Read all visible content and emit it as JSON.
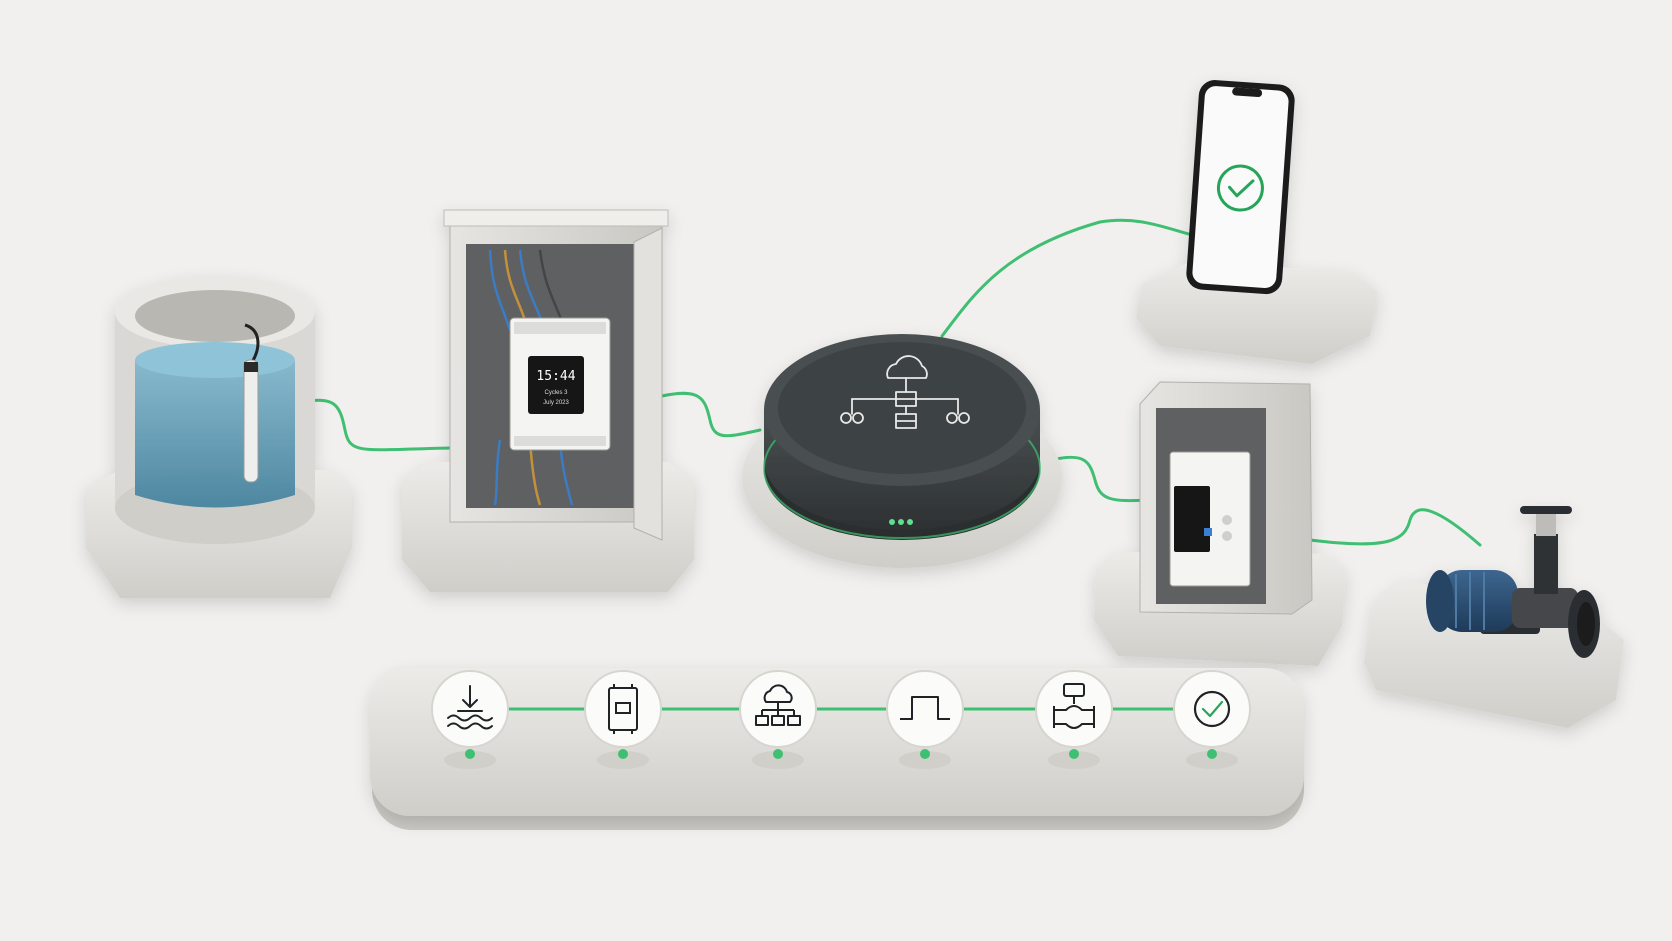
{
  "palette": {
    "background": "#f1f0ee",
    "concrete": "#dcdbd7",
    "concrete_dark": "#b9b8b3",
    "accent_green": "#3fbf72",
    "hub_dark": "#3b3f40",
    "water": "#4f93b2",
    "pump_blue": "#2c4e73"
  },
  "controller_main": {
    "display_time": "15:44",
    "display_line2": "Cycles 3",
    "display_line3": "July 2023"
  },
  "hub": {
    "center_icon": "cloud-network-icon",
    "status_leds": 3
  },
  "phone": {
    "screen_icon": "check-circle-icon"
  },
  "workflow": {
    "steps": [
      {
        "icon": "water-level-icon"
      },
      {
        "icon": "controller-icon"
      },
      {
        "icon": "cloud-network-icon"
      },
      {
        "icon": "pulse-signal-icon"
      },
      {
        "icon": "valve-actuator-icon"
      },
      {
        "icon": "check-circle-icon"
      }
    ]
  }
}
